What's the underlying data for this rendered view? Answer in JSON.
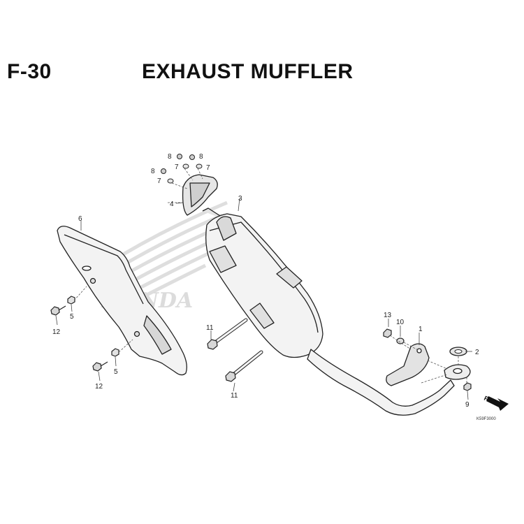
{
  "header": {
    "code": "F-30",
    "title": "EXHAUST MUFFLER"
  },
  "watermark": "HONDA",
  "diagram_code": "K59F3000",
  "direction_marker": "FR.",
  "callouts": {
    "c1": "1",
    "c2": "2",
    "c3": "3",
    "c4": "4",
    "c5a": "5",
    "c5b": "5",
    "c6": "6",
    "c7a": "7",
    "c7b": "7",
    "c7c": "7",
    "c8a": "8",
    "c8b": "8",
    "c8c": "8",
    "c9": "9",
    "c10": "10",
    "c11a": "11",
    "c11b": "11",
    "c12a": "12",
    "c12b": "12",
    "c13": "13"
  },
  "colors": {
    "line": "#222222",
    "fill_light": "#f2f2f2",
    "fill_mid": "#cfcfcf",
    "watermark": "#dcdcdc"
  }
}
